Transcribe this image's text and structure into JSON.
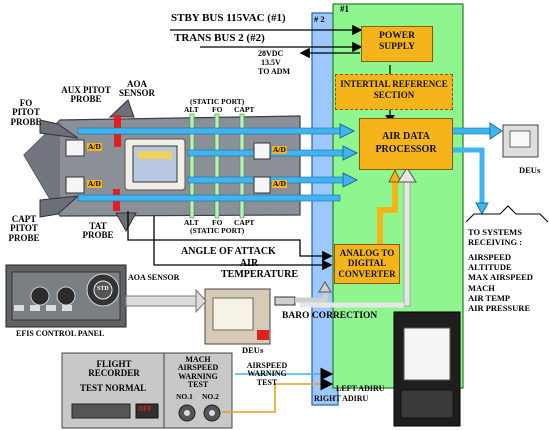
{
  "labels": {
    "stby_bus": "STBY BUS 115VAC (#1)",
    "trans_bus": "TRANS BUS 2 (#2)",
    "power_out_1": "28VDC",
    "power_out_2": "13.5V",
    "power_out_3": "TO ADM",
    "tag_1": "#1",
    "tag_2": "# 2",
    "power_supply": "POWER SUPPLY",
    "inertial_ref": "INTERTIAL REFERENCE SECTION",
    "air_data_processor": "AIR DATA PROCESSOR",
    "adc_converter": "ANALOG TO DIGITAL CONVERTER",
    "deus_right": "DEUs",
    "deus_center": "DEUs",
    "aoa_sensor_top": "AOA SENSOR",
    "aux_pitot": "AUX PITOT PROBE",
    "fo_pitot": "FO PITOT PROBE",
    "capt_pitot": "CAPT PITOT PROBE",
    "tat_probe": "TAT PROBE",
    "static_port_top": "(STATIC PORT)",
    "static_port_bottom": "(STATIC PORT)",
    "port_alt": "ALT",
    "port_fo": "FO",
    "port_capt": "CAPT",
    "ad": "A/D",
    "angle_of_attack": "ANGLE OF ATTACK",
    "air_temperature": "AIR TEMPERATURE",
    "aoa_sensor_bottom": "AOA SENSOR",
    "baro_correction": "BARO CORRECTION",
    "efis_panel": "EFIS CONTROL PANEL",
    "flight_recorder": "FLIGHT RECORDER",
    "test_normal": "TEST NORMAL",
    "off": "OFF",
    "mach_warning": "MACH AIRSPEED WARNING TEST",
    "no1": "NO.1",
    "no2": "NO.2",
    "airspeed_warning_test": "AIRSPEED WARNING TEST",
    "left_adiru": "LEFT ADIRU",
    "right_adiru": "RIGHT ADIRU",
    "systems_title": "TO SYSTEMS RECEIVING :",
    "efis_knob": "STD",
    "systems_list": [
      "AIRSPEED",
      "ALTITUDE",
      "MAX AIRSPEED",
      "MACH",
      "AIR TEMP",
      "AIR PRESSURE"
    ]
  },
  "colors": {
    "adiru_green": "#8ff58f",
    "adiru_blue": "#9cc8ff",
    "air_line": "#3fb4f0",
    "static_line": "#7fffd4",
    "module_orange": "#f5b41a",
    "red_probe": "#e02020",
    "fuselage": "#8a8f98",
    "panel_gray": "#bdbdbd"
  }
}
